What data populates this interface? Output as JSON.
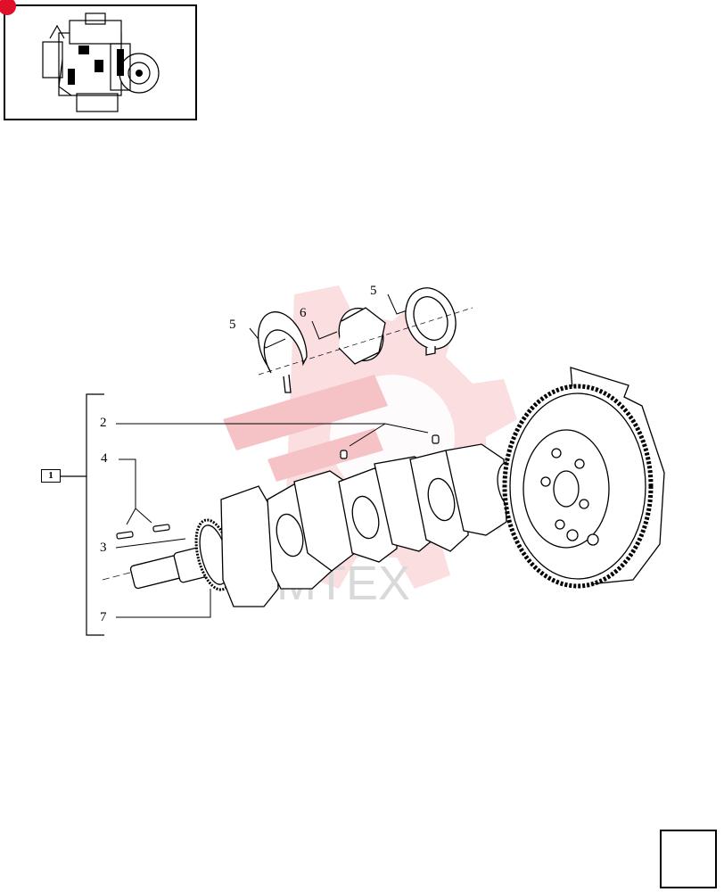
{
  "callouts": {
    "c1": "1",
    "c2": "2",
    "c3": "3",
    "c4": "4",
    "c5a": "5",
    "c5b": "5",
    "c6": "6",
    "c7": "7"
  },
  "watermark": {
    "text": "MTEX",
    "color": "#f2aeb4"
  },
  "colors": {
    "ink": "#000000",
    "thumbnail_badge": "#e0102a",
    "nav_arrow_fill": "#000000"
  },
  "icons": {
    "thumbnail": "engine-thumbnail-icon",
    "navigation": "next-page-arrow-icon"
  }
}
